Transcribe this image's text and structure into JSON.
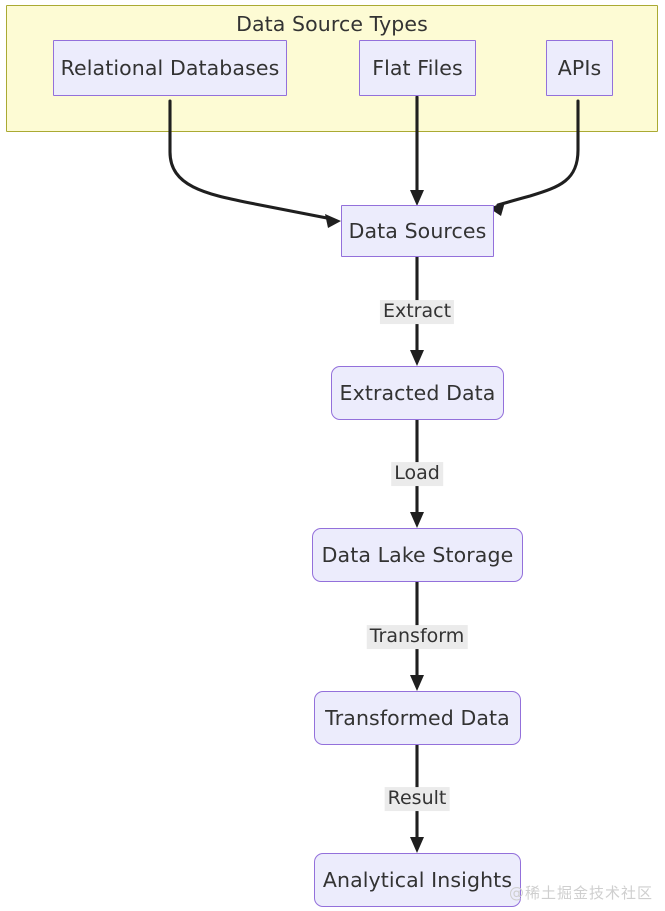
{
  "diagram": {
    "type": "flowchart",
    "direction": "top-down",
    "background_color": "#ffffff",
    "title_watermark": "@稀土掘金技术社区"
  },
  "theme": {
    "node_fill": "#ececfc",
    "node_stroke": "#9370db",
    "node_text": "#333333",
    "cluster_fill": "#fdfbd4",
    "cluster_stroke": "#aaaa33",
    "edge_stroke": "#1f1f1f",
    "edge_label_bg": "#ebebeb"
  },
  "cluster": {
    "id": "data-source-types",
    "label": "Data Source Types",
    "nodes": [
      {
        "id": "relational-databases",
        "label": "Relational Databases",
        "shape": "rect"
      },
      {
        "id": "flat-files",
        "label": "Flat Files",
        "shape": "rect"
      },
      {
        "id": "apis",
        "label": "APIs",
        "shape": "rect"
      }
    ]
  },
  "nodes": [
    {
      "id": "data-sources",
      "label": "Data Sources",
      "shape": "rect"
    },
    {
      "id": "extracted-data",
      "label": "Extracted Data",
      "shape": "rounded"
    },
    {
      "id": "data-lake-storage",
      "label": "Data Lake Storage",
      "shape": "rounded"
    },
    {
      "id": "transformed-data",
      "label": "Transformed Data",
      "shape": "rounded"
    },
    {
      "id": "analytical-insights",
      "label": "Analytical Insights",
      "shape": "rounded"
    }
  ],
  "edges": [
    {
      "from": "relational-databases",
      "to": "data-sources",
      "label": ""
    },
    {
      "from": "flat-files",
      "to": "data-sources",
      "label": ""
    },
    {
      "from": "apis",
      "to": "data-sources",
      "label": ""
    },
    {
      "from": "data-sources",
      "to": "extracted-data",
      "label": "Extract"
    },
    {
      "from": "extracted-data",
      "to": "data-lake-storage",
      "label": "Load"
    },
    {
      "from": "data-lake-storage",
      "to": "transformed-data",
      "label": "Transform"
    },
    {
      "from": "transformed-data",
      "to": "analytical-insights",
      "label": "Result"
    }
  ],
  "edge_labels": {
    "extract": "Extract",
    "load": "Load",
    "transform": "Transform",
    "result": "Result"
  }
}
